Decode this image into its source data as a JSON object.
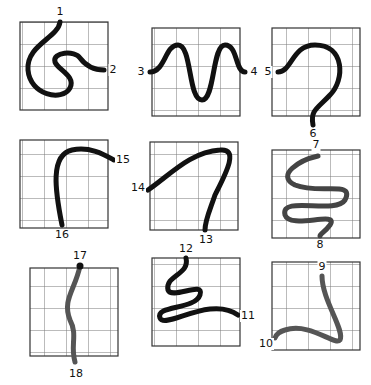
{
  "diagram": {
    "labels": [
      "1",
      "2",
      "3",
      "4",
      "5",
      "6",
      "15",
      "16",
      "14",
      "13",
      "7",
      "8",
      "17",
      "18",
      "12",
      "11",
      "9",
      "10"
    ]
  }
}
